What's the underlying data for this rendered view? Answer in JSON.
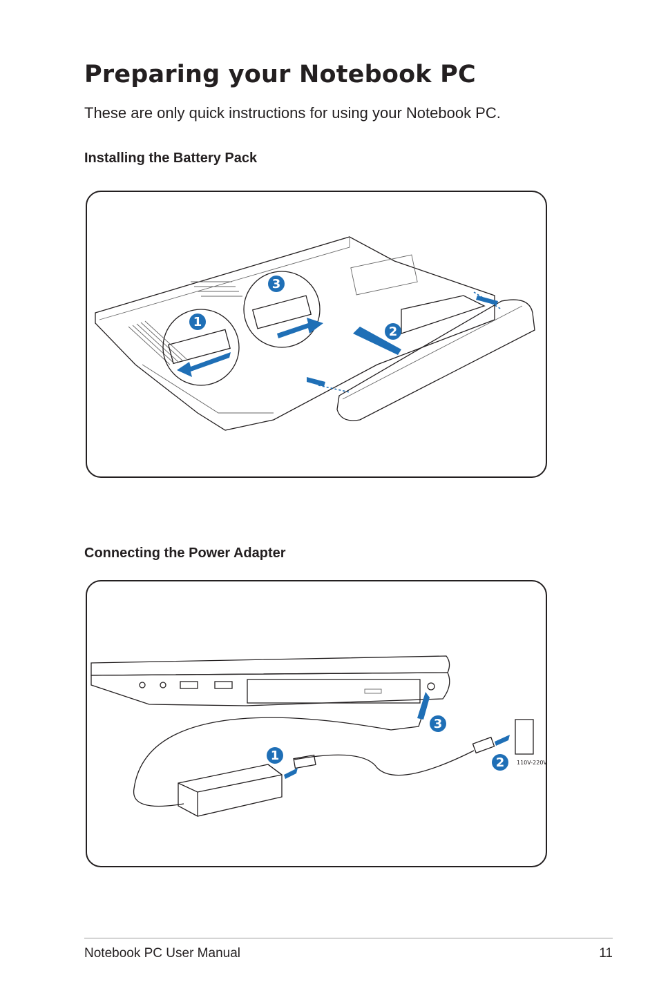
{
  "page": {
    "title": "Preparing your Notebook PC",
    "intro": "These are only quick instructions for using your Notebook PC."
  },
  "sections": [
    {
      "heading": "Installing the Battery Pack",
      "steps": [
        "1",
        "2",
        "3"
      ]
    },
    {
      "heading": "Connecting the Power Adapter",
      "steps": [
        "1",
        "2",
        "3"
      ],
      "outlet_label": "110V-220V"
    }
  ],
  "footer": {
    "title": "Notebook PC User Manual",
    "page_number": "11"
  },
  "colors": {
    "accent": "#1f6fb6",
    "text": "#231f20"
  }
}
